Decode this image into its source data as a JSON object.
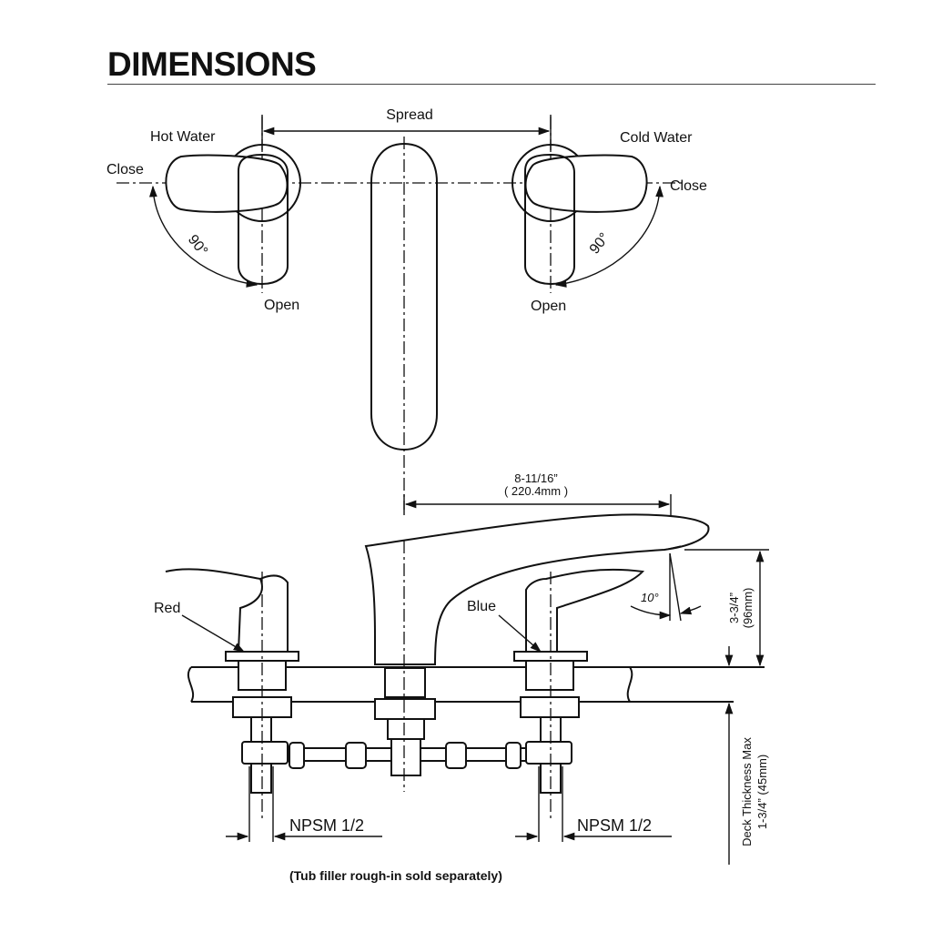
{
  "header": {
    "title": "DIMENSIONS"
  },
  "top_view": {
    "spread_label": "Spread",
    "hot_label": "Hot Water",
    "cold_label": "Cold Water",
    "close_left": "Close",
    "close_right": "Close",
    "open_left": "Open",
    "open_right": "Open",
    "angle_left": "90°",
    "angle_right": "90°"
  },
  "side_view": {
    "reach_imperial": "8-11/16”",
    "reach_metric": "( 220.4mm )",
    "angle": "10°",
    "height_imperial": "3-3/4”",
    "height_metric": "(96mm)",
    "red_label": "Red",
    "blue_label": "Blue",
    "npsm_left": "NPSM 1/2",
    "npsm_right": "NPSM 1/2",
    "deck_label": "Deck Thickness Max",
    "deck_value": "1-3/4” (45mm)"
  },
  "footer": {
    "note": "(Tub filler rough-in sold separately)"
  }
}
